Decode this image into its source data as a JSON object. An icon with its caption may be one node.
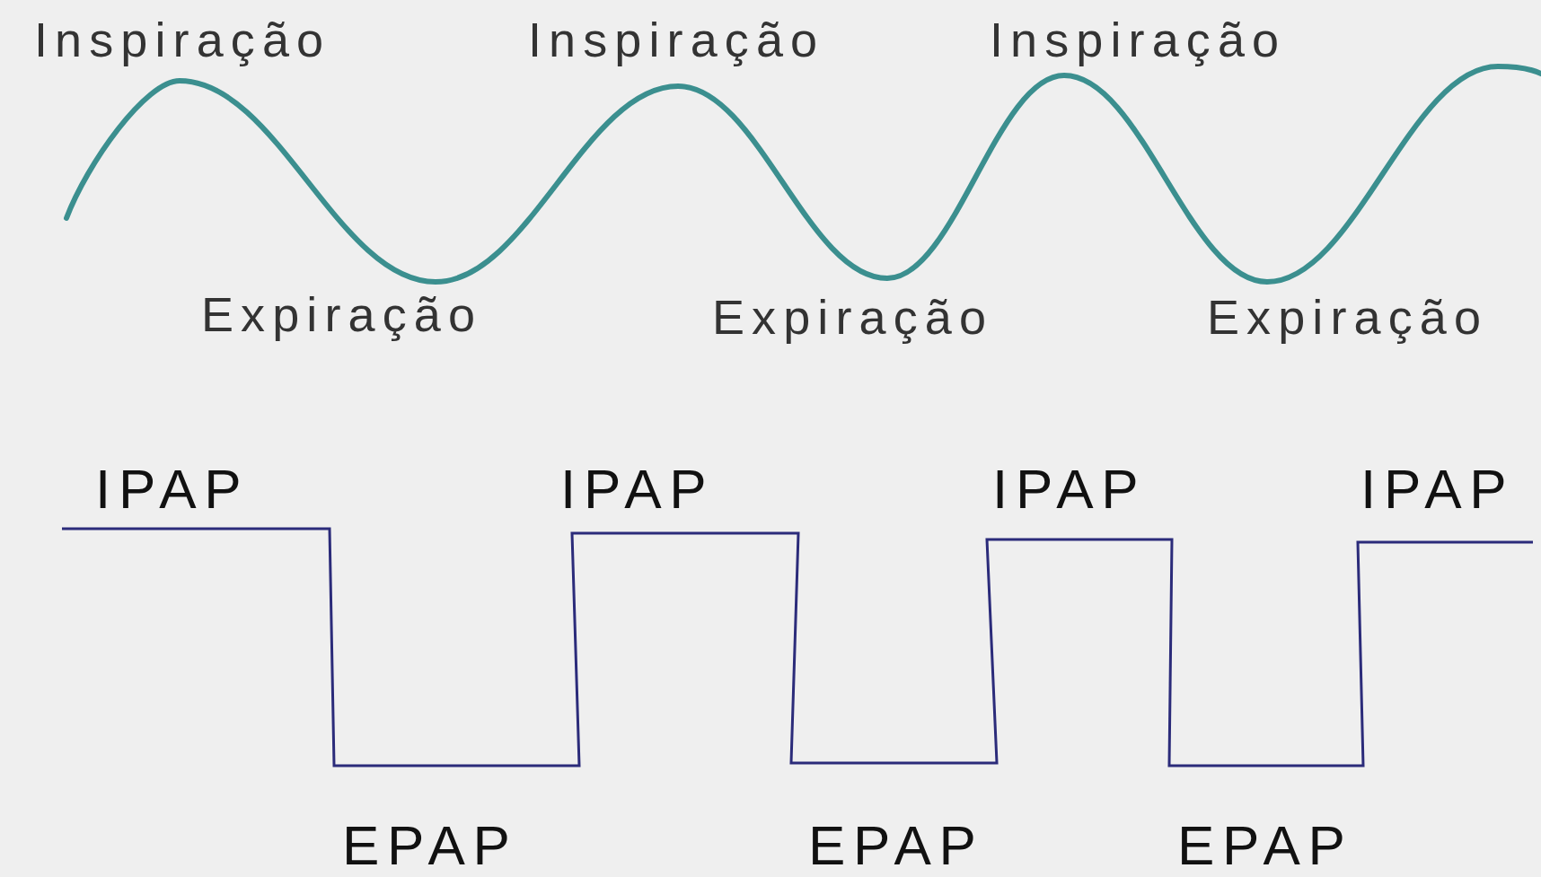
{
  "diagram": {
    "labels": [
      "Inspiração",
      "Inspiração",
      "Inspiração",
      "Expiração",
      "Expiração",
      "Expiração",
      "IPAP",
      "IPAP",
      "IPAP",
      "IPAP",
      "EPAP",
      "EPAP",
      "EPAP"
    ]
  }
}
